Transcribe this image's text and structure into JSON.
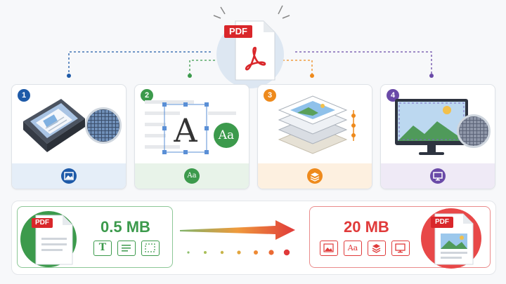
{
  "top_file": {
    "label": "PDF",
    "icon": "acrobat-icon"
  },
  "steps": [
    {
      "number": "1",
      "strip_icon": "image-icon",
      "accent": "#1e5aa8",
      "strip_color": "#e5eef8"
    },
    {
      "number": "2",
      "strip_icon": "font-icon",
      "strip_text": "Aa",
      "accent": "#3c9a4c",
      "strip_color": "#e8f3e9"
    },
    {
      "number": "3",
      "strip_icon": "layers-icon",
      "accent": "#ee8a1c",
      "strip_color": "#fdf0e0"
    },
    {
      "number": "4",
      "strip_icon": "monitor-icon",
      "accent": "#6a4aa8",
      "strip_color": "#efeaf6"
    }
  ],
  "step2_text": {
    "big_letter": "A",
    "badge": "Aa"
  },
  "small_file": {
    "label": "PDF",
    "size": "0.5 MB",
    "color": "#3c9a4c",
    "mini_icons": [
      "text-icon",
      "lines-icon",
      "placeholder-box-icon"
    ],
    "mini_text": "T"
  },
  "large_file": {
    "label": "PDF",
    "size": "20 MB",
    "color": "#e03a3a",
    "mini_icons": [
      "image-icon",
      "font-icon",
      "layers-icon",
      "monitor-icon"
    ],
    "mini_text": "Aa"
  }
}
